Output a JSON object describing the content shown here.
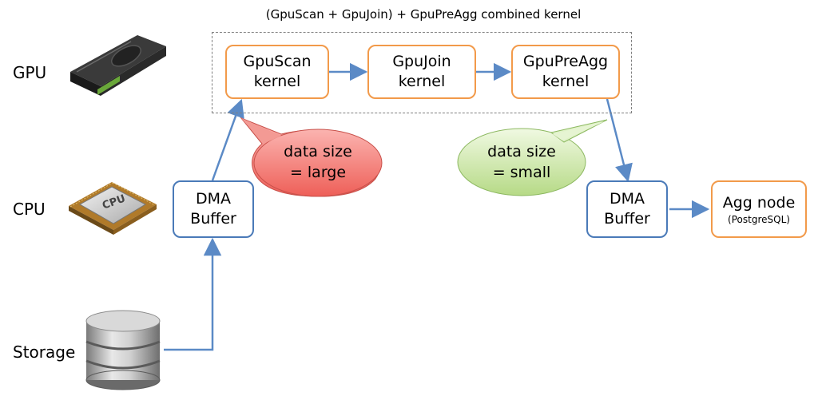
{
  "diagram": {
    "title": "(GpuScan + GpuJoin) + GpuPreAgg combined kernel",
    "rows": {
      "gpu": "GPU",
      "cpu": "CPU",
      "storage": "Storage"
    },
    "icons": {
      "gpu": "graphics-card-icon",
      "cpu": "cpu-chip-icon",
      "storage": "database-cylinder-icon",
      "cpu_chip_text": "CPU"
    },
    "kernels": {
      "scan": {
        "line1": "GpuScan",
        "line2": "kernel"
      },
      "join": {
        "line1": "GpuJoin",
        "line2": "kernel"
      },
      "preagg": {
        "line1": "GpuPreAgg",
        "line2": "kernel"
      }
    },
    "buffers": {
      "left": {
        "line1": "DMA",
        "line2": "Buffer"
      },
      "right": {
        "line1": "DMA",
        "line2": "Buffer"
      }
    },
    "agg_node": {
      "line1": "Agg node",
      "line2": "(PostgreSQL)"
    },
    "callouts": {
      "large": {
        "line1": "data size",
        "line2": "= large",
        "color": "#f0706a"
      },
      "small": {
        "line1": "data size",
        "line2": "= small",
        "color": "#b8dc8a"
      }
    },
    "colors": {
      "kernel_border": "#f29a4a",
      "buffer_border": "#4a7ab8",
      "arrow": "#5b8ac6",
      "dashed_group": "#808080"
    }
  }
}
